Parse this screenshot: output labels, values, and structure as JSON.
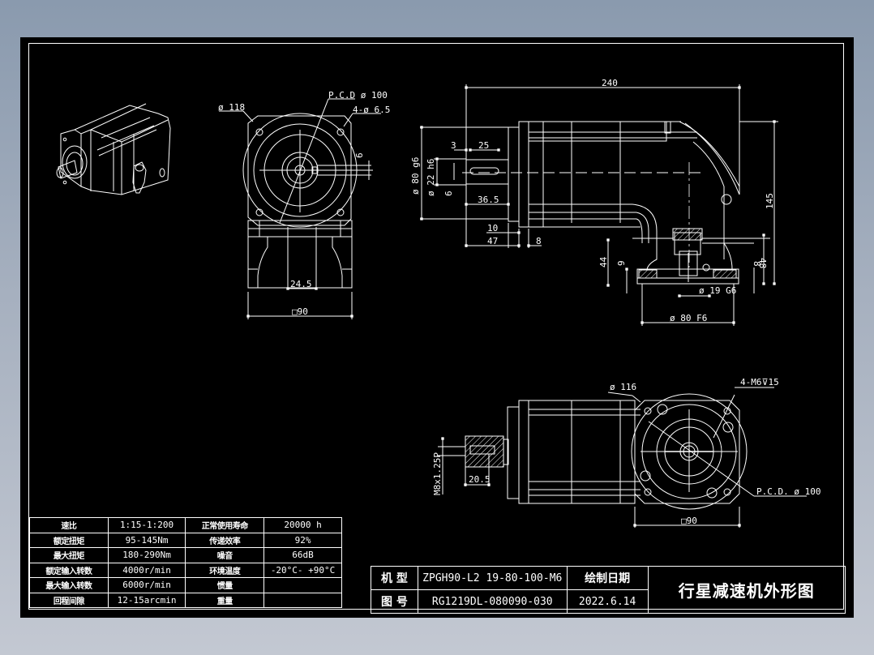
{
  "viewer": {
    "background_top": "#8a9aae",
    "background_bottom": "#c3c8d2",
    "canvas_color": "#000000",
    "line_color": "#ffffff"
  },
  "front_view": {
    "labels": {
      "outer_dia": "ø 118",
      "pcd": "P.C.D  ø 100",
      "holes": "4-ø 6.5",
      "key_width": "6",
      "shaft_offset": "24.5",
      "square": "□90"
    }
  },
  "side_view": {
    "labels": {
      "overall_length": "240",
      "flange_dia": "ø 80 g6",
      "shaft_dia": "ø 22 h6",
      "key_offset": "3",
      "key_length": "25",
      "key_width": "6",
      "shaft_length": "36.5",
      "spigot": "10",
      "shaft_total": "47",
      "flange_thk": "8",
      "height": "145",
      "output_height": "44",
      "base_thk": "9",
      "right_small": "8",
      "right_height": "48",
      "output_bore": "ø 19 G6",
      "output_pilot": "ø 80 F6"
    }
  },
  "bottom_view": {
    "labels": {
      "outer_dia": "ø 116",
      "tapped_holes": "4-M6⊽15",
      "pcd": "P.C.D.   ø 100",
      "thread": "M8x1.25P",
      "thread_depth": "20.5",
      "square": "□90"
    }
  },
  "params_table": {
    "rows": [
      {
        "label1": "速比",
        "value1": "1:15-1:200",
        "label2": "正常使用寿命",
        "value2": "20000 h"
      },
      {
        "label1": "额定扭矩",
        "value1": "95-145Nm",
        "label2": "传递效率",
        "value2": "92%"
      },
      {
        "label1": "最大扭矩",
        "value1": "180-290Nm",
        "label2": "噪音",
        "value2": "66dB"
      },
      {
        "label1": "额定输入转数",
        "value1": "4000r/min",
        "label2": "环境温度",
        "value2": "-20°C- +90°C"
      },
      {
        "label1": "最大输入转数",
        "value1": "6000r/min",
        "label2": "惯量",
        "value2": ""
      },
      {
        "label1": "回程间隙",
        "value1": "12-15arcmin",
        "label2": "重量",
        "value2": ""
      }
    ]
  },
  "title_block": {
    "model_label": "机 型",
    "model_value": "ZPGH90-L2 19-80-100-M6",
    "date_label": "绘制日期",
    "drawing_no_label": "图 号",
    "drawing_no_value": "RG1219DL-080090-030",
    "date_value": "2022.6.14",
    "title": "行星减速机外形图"
  }
}
